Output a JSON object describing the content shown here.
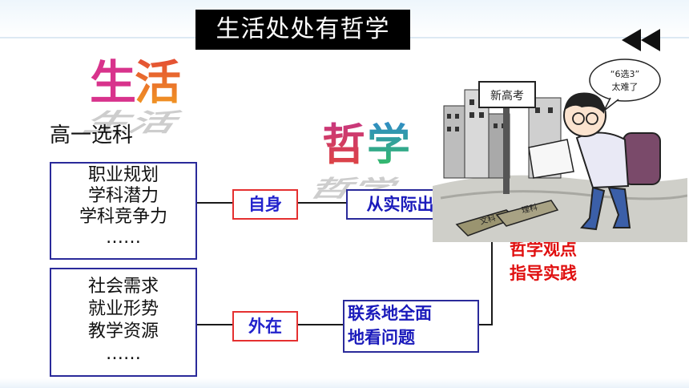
{
  "slide": {
    "title": "生活处处有哲学",
    "word_life": [
      "生",
      "活"
    ],
    "word_philosophy": [
      "哲",
      "学"
    ],
    "subheading": "高一选科",
    "internal_box_lines": [
      "职业规划",
      "学科潜力",
      "学科竞争力",
      "……"
    ],
    "external_box_lines": [
      "社会需求",
      "就业形势",
      "教学资源",
      "……"
    ],
    "tag_self": "自身",
    "tag_external": "外在",
    "tag_practical": "从实际出发",
    "tag_connection_lines": [
      "联系地全面",
      "地看问题"
    ],
    "conclusion_lines": [
      "哲学观点",
      "指导实践"
    ],
    "cartoon": {
      "sign_text": "新高考",
      "bubble_lines": [
        "“6选3”",
        "太难了"
      ],
      "book_labels": [
        "文科",
        "理科"
      ]
    }
  },
  "colors": {
    "title_bg": "#000000",
    "box_border": "#2a2a9a",
    "tag_red_border": "#e53030",
    "tag_text_blue": "#2222cc",
    "conclusion_red": "#e01010"
  }
}
